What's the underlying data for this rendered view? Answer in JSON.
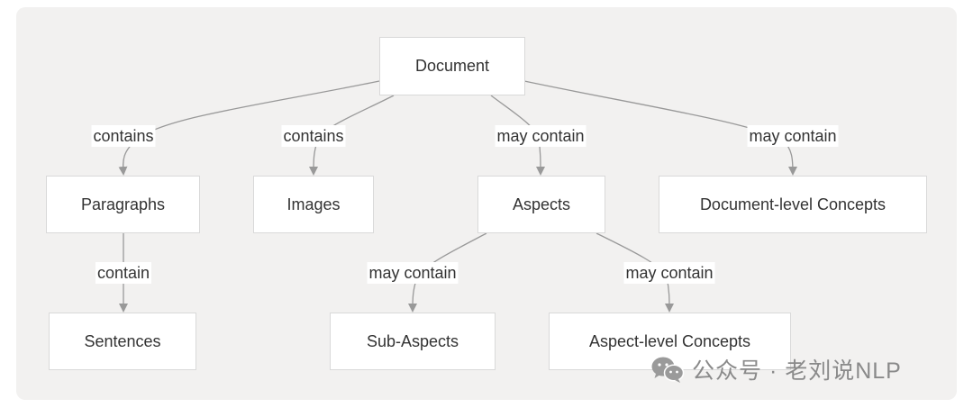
{
  "nodes": {
    "document": "Document",
    "paragraphs": "Paragraphs",
    "images": "Images",
    "aspects": "Aspects",
    "document_concepts": "Document-level Concepts",
    "sentences": "Sentences",
    "sub_aspects": "Sub-Aspects",
    "aspect_concepts": "Aspect-level Concepts"
  },
  "edges": {
    "document_paragraphs": "contains",
    "document_images": "contains",
    "document_aspects": "may contain",
    "document_concepts": "may contain",
    "paragraphs_sentences": "contain",
    "aspects_sub_aspects": "may contain",
    "aspects_concepts": "may contain"
  },
  "watermark": {
    "icon": "wechat-icon",
    "text": "公众号 · 老刘说NLP"
  },
  "colors": {
    "background": "#f2f1f0",
    "node_fill": "#ffffff",
    "node_border": "#d9d9d9",
    "edge": "#999999",
    "text": "#333333"
  }
}
